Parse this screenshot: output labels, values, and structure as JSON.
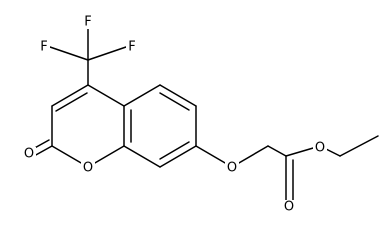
{
  "molecule": {
    "atom_labels": {
      "F_top": "F",
      "F_left": "F",
      "F_right": "F",
      "O_carbonyl_ring": "O",
      "O_ring": "O",
      "O_ether": "O",
      "O_carbonyl_ester": "O",
      "O_ester": "O"
    }
  }
}
